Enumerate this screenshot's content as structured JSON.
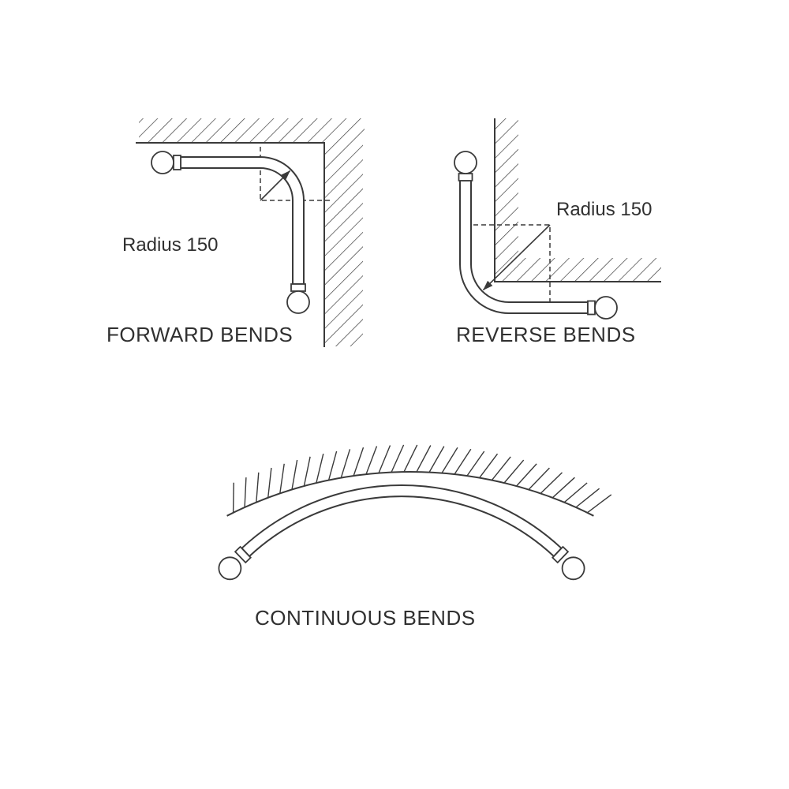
{
  "page": {
    "background_color": "#ffffff",
    "line_color": "#3a3a3a",
    "text_color": "#303030"
  },
  "figures": {
    "forward_bends": {
      "title": "FORWARD BENDS",
      "radius_label": "Radius 150"
    },
    "reverse_bends": {
      "title": "REVERSE BENDS",
      "radius_label": "Radius 150"
    },
    "continuous_bends": {
      "title": "CONTINUOUS BENDS"
    }
  }
}
